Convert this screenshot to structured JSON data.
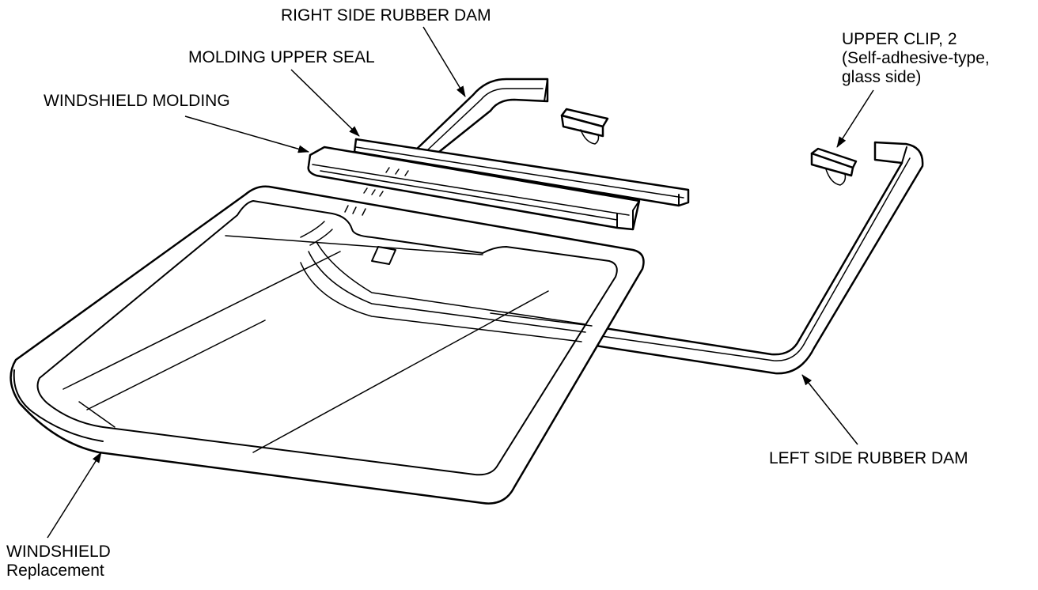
{
  "labels": {
    "right_side_rubber_dam": "RIGHT SIDE RUBBER DAM",
    "molding_upper_seal": "MOLDING UPPER SEAL",
    "windshield_molding": "WINDSHIELD MOLDING",
    "upper_clip_line1": "UPPER CLIP, 2",
    "upper_clip_line2": "(Self-adhesive-type,",
    "upper_clip_line3": "glass side)",
    "left_side_rubber_dam": "LEFT SIDE RUBBER DAM",
    "windshield_line1": "WINDSHIELD",
    "windshield_line2": "Replacement"
  },
  "colors": {
    "ink": "#000000",
    "paper": "#ffffff"
  }
}
